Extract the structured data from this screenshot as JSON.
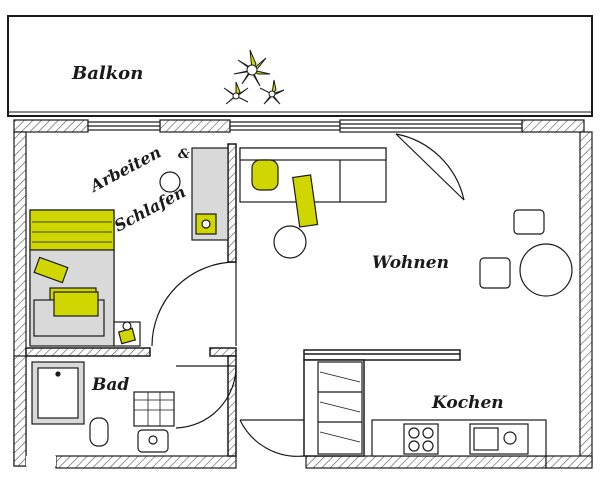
{
  "rooms": {
    "balkon": "Balkon",
    "arbeiten": "Arbeiten",
    "ampersand": "&",
    "schlafen": "Schlafen",
    "wohnen": "Wohnen",
    "bad": "Bad",
    "kochen": "Kochen"
  },
  "colors": {
    "accent": "#cfd600",
    "furniture_fill": "#d9d9d9",
    "line": "#1a1a1a",
    "wall_hatch": "#555555"
  },
  "icons": {
    "plant": "plant-icon",
    "stove": "stove-icon",
    "sink": "sink-icon"
  }
}
